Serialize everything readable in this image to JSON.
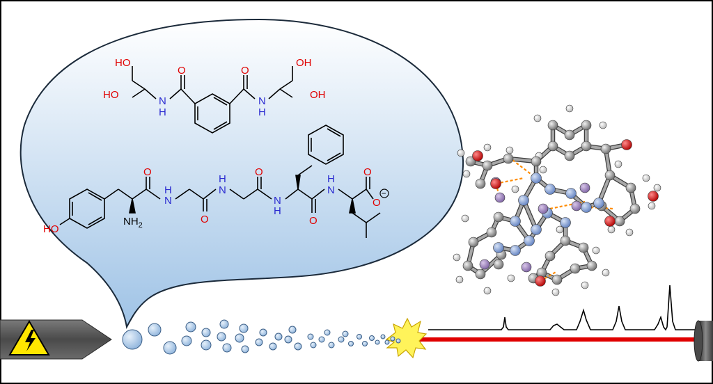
{
  "top_molecule": {
    "atoms": {
      "oh_top_left": "HO",
      "oh_mid_left": "HO",
      "oh_top_right": "OH",
      "oh_mid_right": "OH",
      "n_left": "N",
      "h_left": "H",
      "n_right": "N",
      "h_right": "H",
      "o_left": "O",
      "o_right": "O"
    }
  },
  "peptide": {
    "atoms": {
      "ho": "HO",
      "nh2_n": "NH",
      "nh2_sub": "2",
      "o1": "O",
      "n1": "N",
      "h1": "H",
      "o2": "O",
      "h2": "H",
      "n2": "N",
      "o3": "O",
      "n3": "N",
      "h3": "H",
      "o4": "O",
      "h4": "H",
      "n4": "N",
      "o5": "O",
      "o6": "O",
      "charge": "−"
    }
  },
  "colors": {
    "nitrogen": "#2b2bd0",
    "oxygen": "#e00000",
    "carbon": "#000000",
    "laser": "#e00000",
    "droplet": "#b8d4ee",
    "bubble_top": "#ffffff",
    "bubble_bottom": "#9fc3e6",
    "warning": "#ffe600",
    "needle": "#5a5a5a",
    "model_carbon": "#8a8a8a",
    "model_peptide": "#7f9fd2",
    "model_oxygen": "#d80000",
    "model_hbond": "#ff8c00"
  },
  "icons": {
    "warning": "high-voltage-warning-icon",
    "spark": "ionization-spark-icon",
    "detector": "detector-cylinder-icon"
  }
}
